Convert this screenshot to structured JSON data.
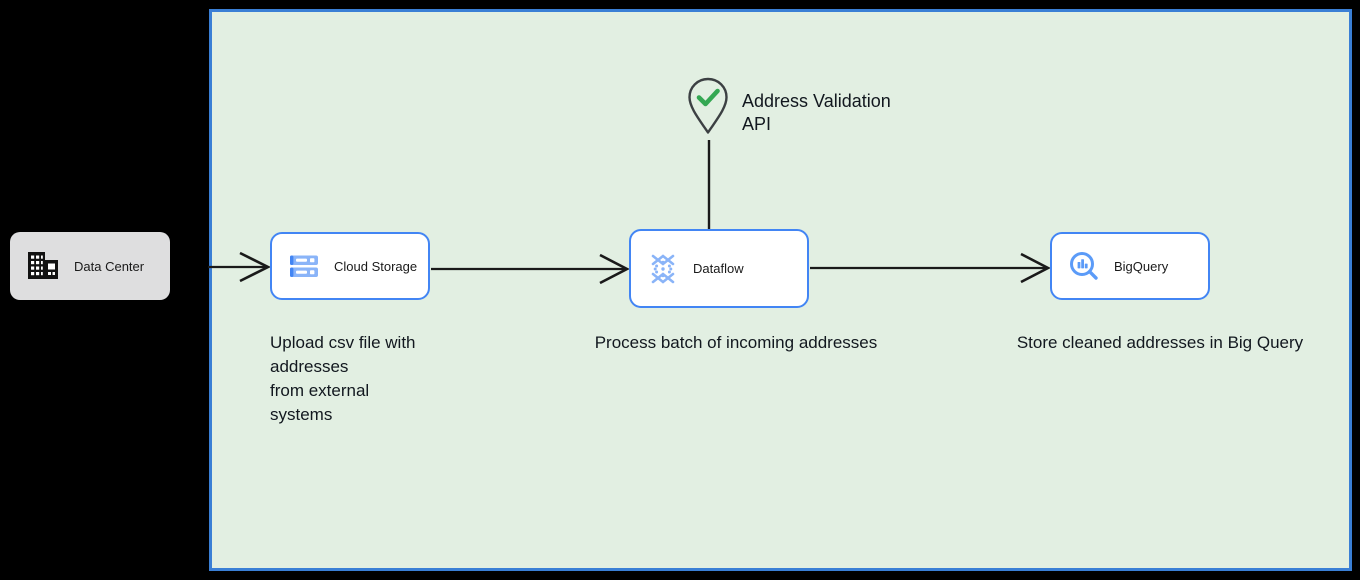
{
  "diagram": {
    "background_color": "#000000",
    "container": {
      "name": "cloud-boundary",
      "fill_color": "#e2efe2",
      "border_color": "#3a7fd5"
    },
    "onprem": {
      "label": "Data Center",
      "icon": "data-center-building-icon",
      "fill_color": "#dededf"
    },
    "services": [
      {
        "id": "cloud-storage",
        "label": "Cloud Storage",
        "icon": "cloud-storage-icon",
        "border_color": "#4285f4"
      },
      {
        "id": "dataflow",
        "label": "Dataflow",
        "icon": "dataflow-icon",
        "border_color": "#4285f4"
      },
      {
        "id": "bigquery",
        "label": "BigQuery",
        "icon": "bigquery-icon",
        "border_color": "#4285f4"
      }
    ],
    "external_api": {
      "label": "Address Validation\nAPI",
      "icon": "map-pin-check-icon",
      "check_color": "#34a853",
      "pin_color": "#3c4043"
    },
    "captions": {
      "upload": "Upload csv file with addresses\nfrom external\nsystems",
      "process": "Process batch of incoming addresses",
      "store": "Store cleaned addresses in Big Query"
    },
    "connectors": [
      {
        "name": "datacenter-to-cloud-storage",
        "type": "arrow"
      },
      {
        "name": "cloud-storage-to-dataflow",
        "type": "arrow"
      },
      {
        "name": "dataflow-to-bigquery",
        "type": "arrow"
      },
      {
        "name": "api-to-dataflow",
        "type": "line"
      }
    ]
  }
}
